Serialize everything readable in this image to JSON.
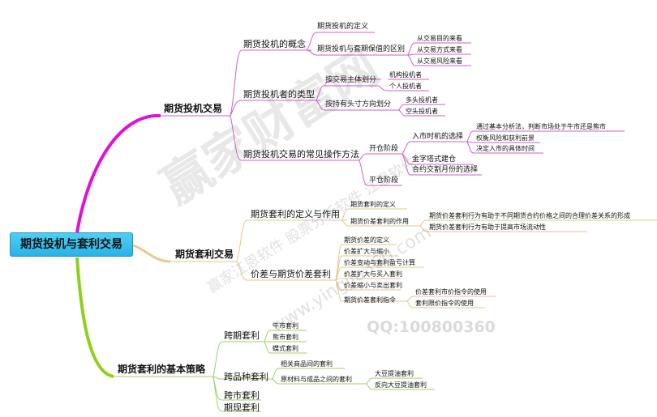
{
  "root": "期货投机与套利交易",
  "branches": {
    "spec": {
      "title": "期货投机交易",
      "concept": {
        "title": "期货投机的概念",
        "definition": "期货投机的定义",
        "diff": "期货投机与套期保值的区别",
        "diff_items": [
          "从交易目的来看",
          "从交易方式来看",
          "从交易风险来看"
        ]
      },
      "types": {
        "title": "期货投机者的类型",
        "by_subject": "按交易主体划分",
        "subject_items": [
          "机构投机者",
          "个人投机者"
        ],
        "by_position": "按持有头寸方向划分",
        "position_items": [
          "多头投机者",
          "空头投机者"
        ]
      },
      "ops": {
        "title": "期货投机交易的常见操作方法",
        "open": "开仓阶段",
        "timing": "入市时机的选择",
        "timing_items": [
          "通过基本分析法，判断市场处于牛市还是熊市",
          "权衡风险和获利前景",
          "决定入市的具体时间"
        ],
        "pyramid": "金字塔式建仓",
        "contract": "合约交割月份的选择",
        "close": "平仓阶段"
      }
    },
    "arb": {
      "title": "期货套利交易",
      "def": {
        "title": "期货套利的定义与作用",
        "definition": "期货套利的定义",
        "role": "期货价差套利的作用",
        "role_items": [
          "期货价差套利行为有助于不同期货合约价格之间的合理价差关系的形成",
          "期货价差套利行为有助于提高市场流动性"
        ]
      },
      "spread": {
        "title": "价差与期货价差套利",
        "items": [
          "期货价差的定义",
          "价差扩大与缩小",
          "价差变动与套利盈亏计算",
          "价差扩大与买入套利",
          "价差缩小与卖出套利"
        ],
        "orders": "期货价差套利指令",
        "order_items": [
          "价差套利市价指令的使用",
          "套利限价指令的使用"
        ]
      }
    },
    "strat": {
      "title": "期货套利的基本策略",
      "intertemporal": "跨期套利",
      "inter_items": [
        "牛市套利",
        "熊市套利",
        "蝶式套利"
      ],
      "intercommodity": "跨品种套利",
      "related": "相关商品间的套利",
      "raw": "原材料与成品之间的套利",
      "raw_items": [
        "大豆提油套利",
        "反向大豆提油套利"
      ],
      "intermarket": "跨市套利",
      "cash_futures": "期现套利"
    }
  },
  "watermark": {
    "line1": "赢家财富网",
    "line2": "赢家江恩软件 股票分析软件 江恩软件",
    "line3": "www.yingjia360.com",
    "qq": "QQ:100800360"
  }
}
